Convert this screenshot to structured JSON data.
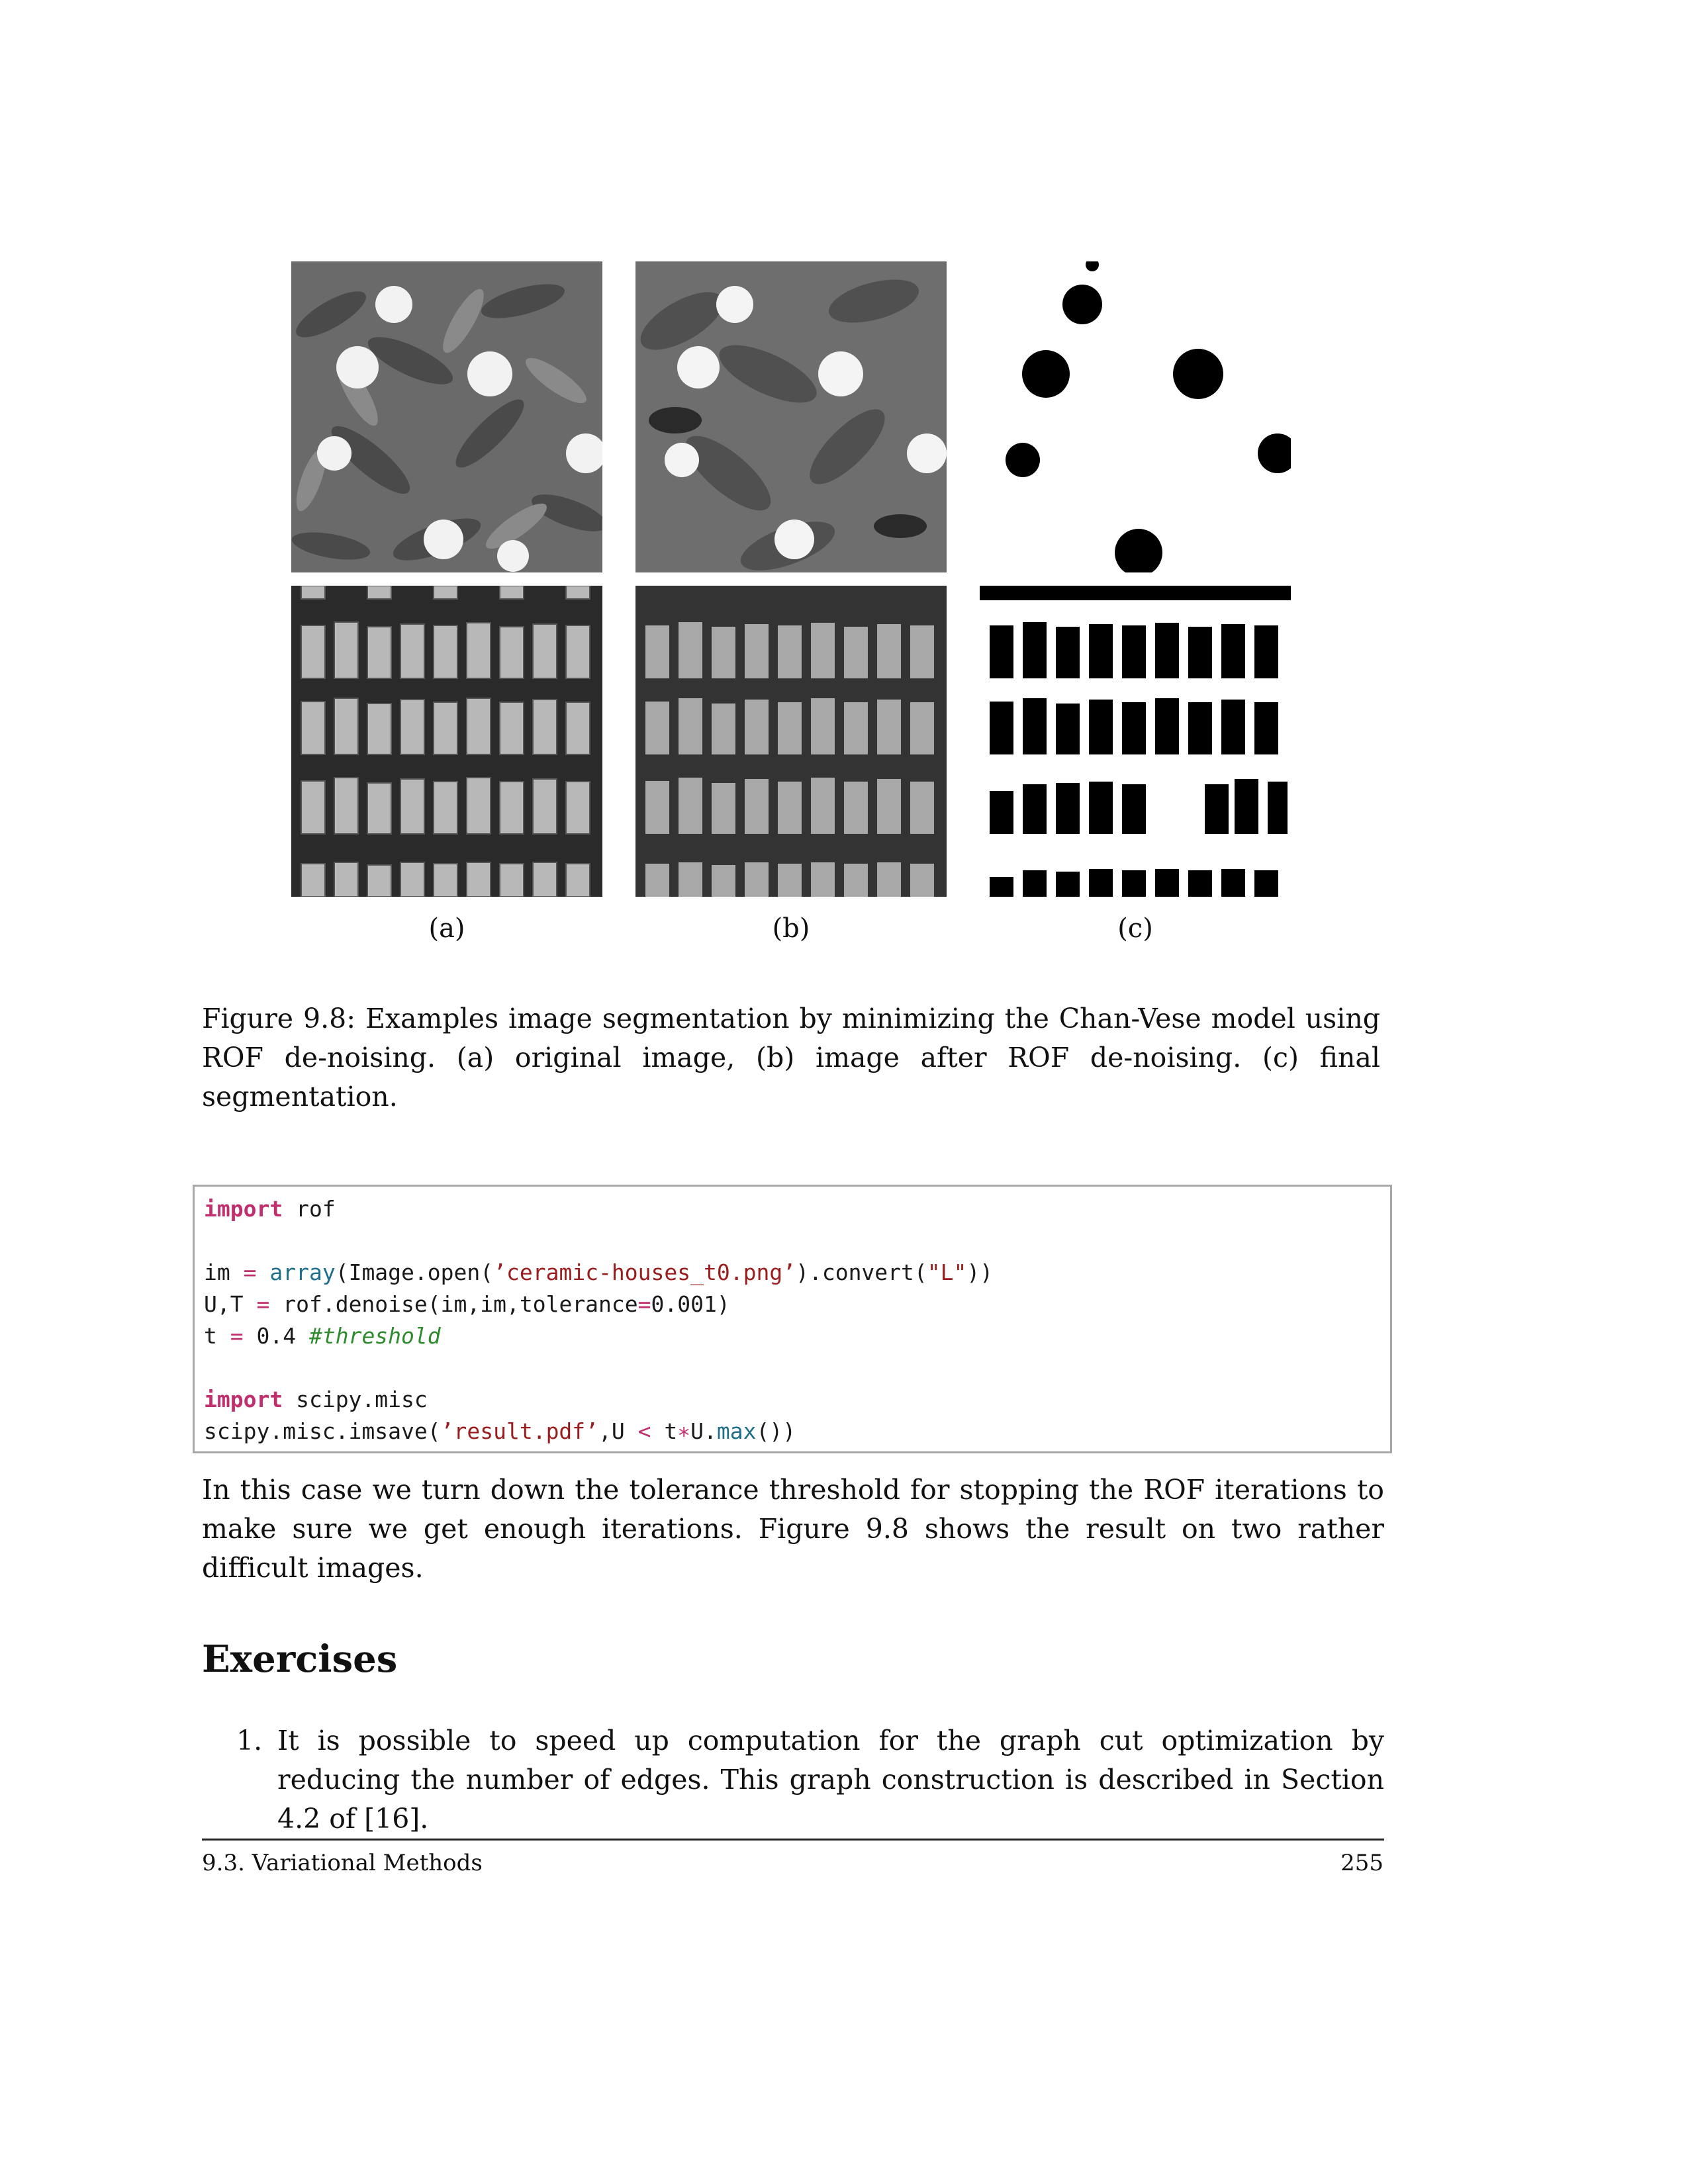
{
  "figure": {
    "sublabels": [
      "(a)",
      "(b)",
      "(c)"
    ],
    "caption": "Figure 9.8: Examples image segmentation by minimizing the Chan-Vese model using ROF de-noising. (a) original image, (b) image after ROF de-noising. (c) final segmentation."
  },
  "code": {
    "line1_kw": "import",
    "line1_rest": " rof",
    "line2_a": "im ",
    "line2_eq": "=",
    "line2_b": " ",
    "line2_fn": "array",
    "line2_c": "(Image.open(",
    "line2_str": "’ceramic-houses_t0.png’",
    "line2_d": ").convert(",
    "line2_str2": "\"L\"",
    "line2_e": "))",
    "line3_a": "U,T ",
    "line3_eq": "=",
    "line3_b": " rof.denoise(im,im,tolerance",
    "line3_eq2": "=",
    "line3_c": "0.001)",
    "line4_a": "t ",
    "line4_eq": "=",
    "line4_b": " 0.4 ",
    "line4_cm": "#threshold",
    "line5_kw": "import",
    "line5_rest": " scipy.misc",
    "line6_a": "scipy.misc.imsave(",
    "line6_str": "’result.pdf’",
    "line6_b": ",U ",
    "line6_lt": "<",
    "line6_c": " t",
    "line6_star": "∗",
    "line6_d": "U.",
    "line6_fn": "max",
    "line6_e": "())"
  },
  "body_paragraph": "In this case we turn down the tolerance threshold for stopping the ROF iterations to make sure we get enough iterations. Figure 9.8 shows the result on two rather difficult images.",
  "section_title": "Exercises",
  "exercises": [
    {
      "number": "1.",
      "text": "It is possible to speed up computation for the graph cut optimization by reducing the number of edges. This graph construction is described in Section 4.2 of [16]."
    }
  ],
  "footer": {
    "section": "9.3. Variational Methods",
    "page": "255"
  }
}
